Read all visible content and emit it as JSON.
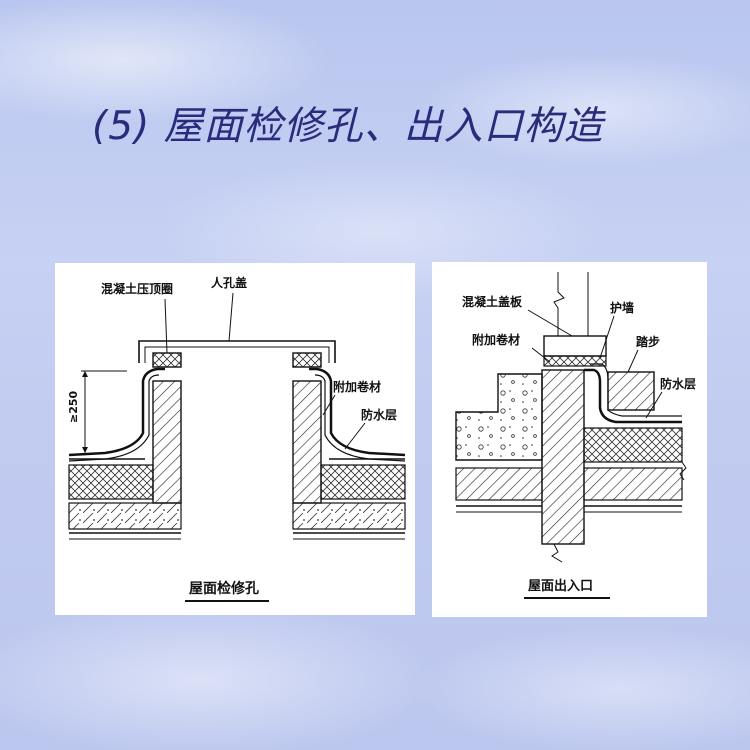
{
  "title": "(5) 屋面检修孔、出入口构造",
  "left_diagram": {
    "caption": "屋面检修孔",
    "labels": {
      "concrete_ring": "混凝土压顶圈",
      "manhole_cover": "人孔盖",
      "extra_membrane": "附加卷材",
      "waterproof_layer": "防水层",
      "dimension": "≥250"
    }
  },
  "right_diagram": {
    "caption": "屋面出入口",
    "labels": {
      "concrete_slab": "混凝土盖板",
      "guard_wall": "护墙",
      "extra_membrane": "附加卷材",
      "step": "踏步",
      "waterproof_layer": "防水层"
    }
  },
  "colors": {
    "title": "#2b2b7c",
    "background": "#c3cdf1",
    "panel": "#ffffff",
    "line": "#111111"
  }
}
